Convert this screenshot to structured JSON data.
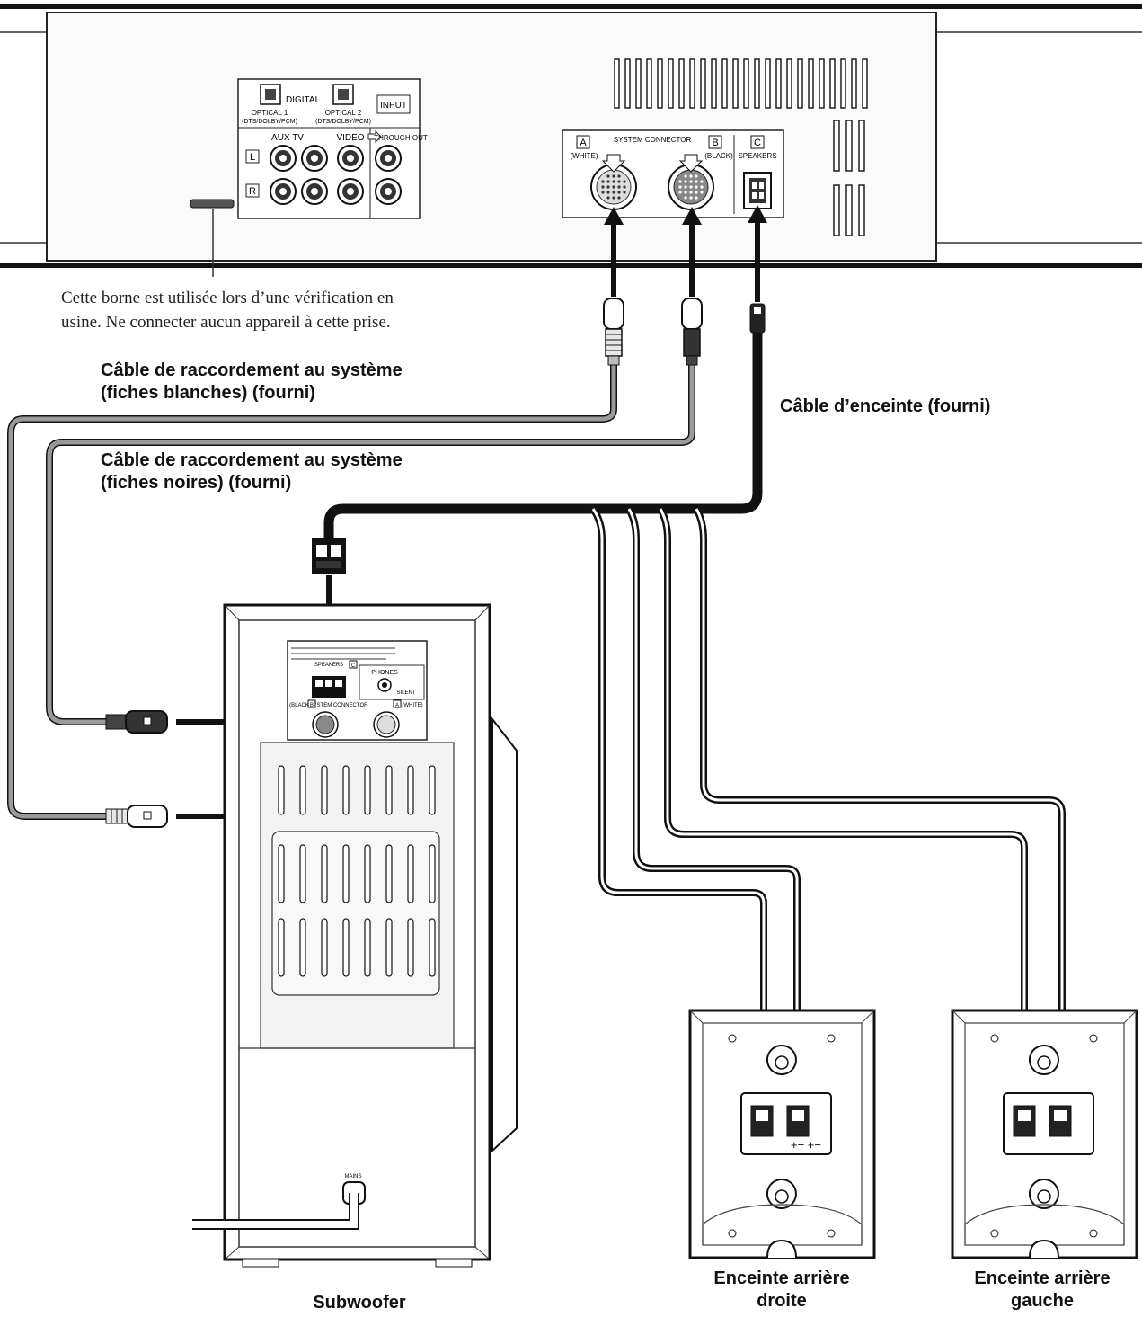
{
  "main_unit": {
    "digital_label": "DIGITAL",
    "optical1_label": "OPTICAL 1",
    "optical1_sub": "(DTS/DOLBY/PCM)",
    "optical2_label": "OPTICAL 2",
    "optical2_sub": "(DTS/DOLBY/PCM)",
    "input_label": "INPUT",
    "aux_tv_label": "AUX TV",
    "video_label": "VIDEO",
    "through_out_label": "THROUGH OUT",
    "left_marker": "L",
    "right_marker": "R",
    "system_connector_label": "SYSTEM CONNECTOR",
    "port_a_letter": "A",
    "port_a_color": "(WHITE)",
    "port_b_letter": "B",
    "port_b_color": "(BLACK)",
    "port_c_letter": "C",
    "speakers_label": "SPEAKERS"
  },
  "subwoofer_panel": {
    "speakers_label": "SPEAKERS",
    "port_c_letter": "C",
    "phones_label": "PHONES",
    "silent_label": "SILENT",
    "system_connector_label": "SYSTEM CONNECTOR",
    "black_label": "(BLACK)",
    "white_label": "(WHITE)",
    "port_a_letter": "A",
    "port_b_letter": "B",
    "mains_label": "MAINS"
  },
  "texts": {
    "factory_note_line1": "Cette borne est utilisée lors d’une vérification en",
    "factory_note_line2": "usine. Ne connecter aucun appareil à cette prise.",
    "white_cable_line1": "Câble de raccordement au système",
    "white_cable_line2": "(fiches blanches) (fourni)",
    "black_cable_line1": "Câble de raccordement au système",
    "black_cable_line2": "(fiches noires) (fourni)",
    "speaker_cable": "Câble d’enceinte (fourni)",
    "subwoofer": "Subwoofer",
    "rear_right_line1": "Enceinte arrière",
    "rear_right_line2": "droite",
    "rear_left_line1": "Enceinte arrière",
    "rear_left_line2": "gauche",
    "polarity_marks": "+− +−"
  }
}
